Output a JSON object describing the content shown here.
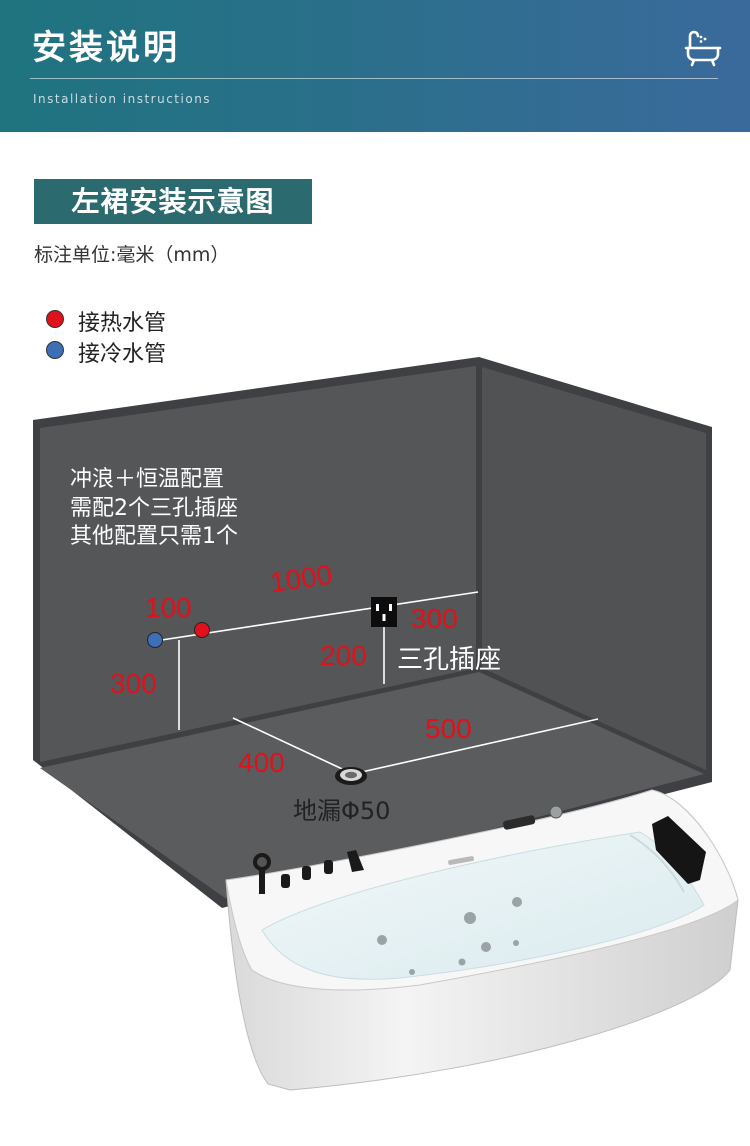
{
  "header": {
    "title": "安装说明",
    "subtitle": "Installation instructions",
    "icon": "bathtub-icon"
  },
  "section": {
    "title": "左裙安装示意图",
    "unit_note": "标注单位:毫米（mm）"
  },
  "legend": [
    {
      "label": "接热水管",
      "color": "#e0111b"
    },
    {
      "label": "接冷水管",
      "color": "#3d6fb6"
    }
  ],
  "diagram": {
    "notes": [
      "冲浪＋恒温配置",
      "需配2个三孔插座",
      "其他配置只需1个"
    ],
    "dimensions": {
      "pipe_spacing": "100",
      "pipe_to_socket": "1000",
      "socket_to_corner": "300",
      "socket_height": "200",
      "pipe_height": "300",
      "drain_from_wall": "400",
      "drain_to_corner": "500"
    },
    "socket_label": "三孔插座",
    "drain_label": "地漏Φ50",
    "colors": {
      "wall": "#545658",
      "frame": "#3e4043",
      "dimension": "#e0111b"
    }
  }
}
